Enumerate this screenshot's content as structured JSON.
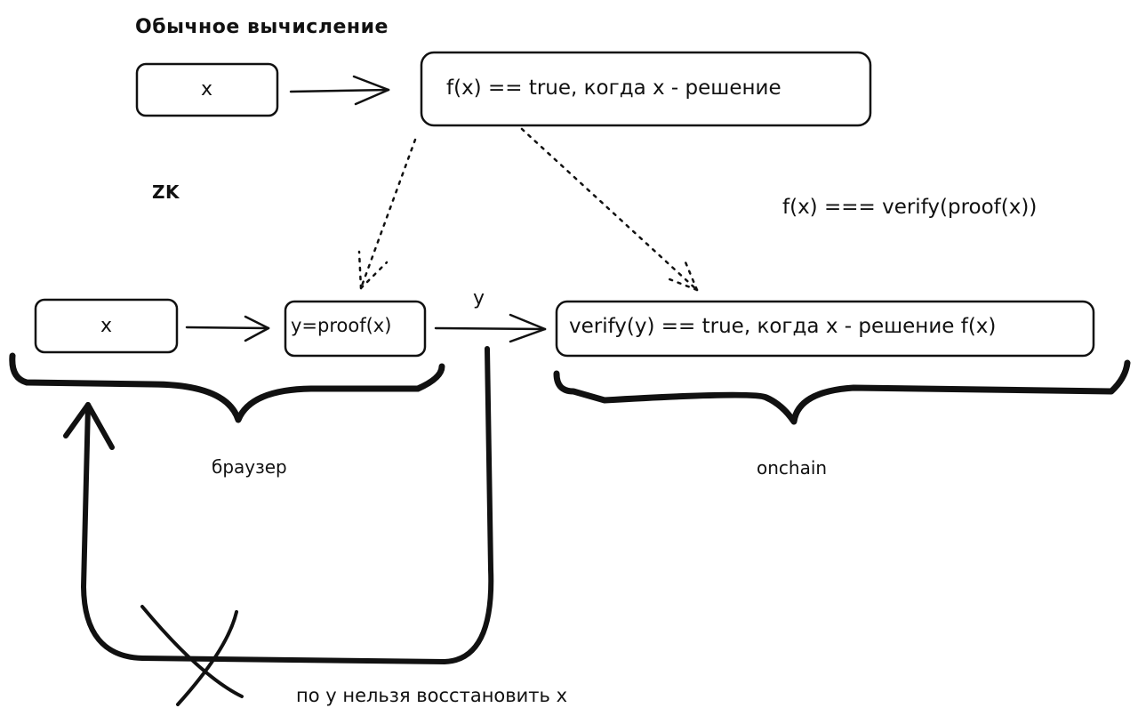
{
  "diagram": {
    "title_normal": "Обычное вычисление",
    "title_zk": "ZK",
    "normal_flow": {
      "input_box": "x",
      "function_box": "f(x) == true, когда x - решение"
    },
    "identity_formula": "f(x) === verify(proof(x))",
    "zk_flow": {
      "input_box": "x",
      "proof_box": "y=proof(x)",
      "edge_label": "y",
      "verify_box": "verify(y) == true, когда x - решение f(x)"
    },
    "groups": {
      "left": "браузер",
      "right": "onchain"
    },
    "crossed_arrow_note": "по y нельзя восстановить x"
  },
  "colors": {
    "ink": "#111111",
    "background": "#ffffff"
  }
}
